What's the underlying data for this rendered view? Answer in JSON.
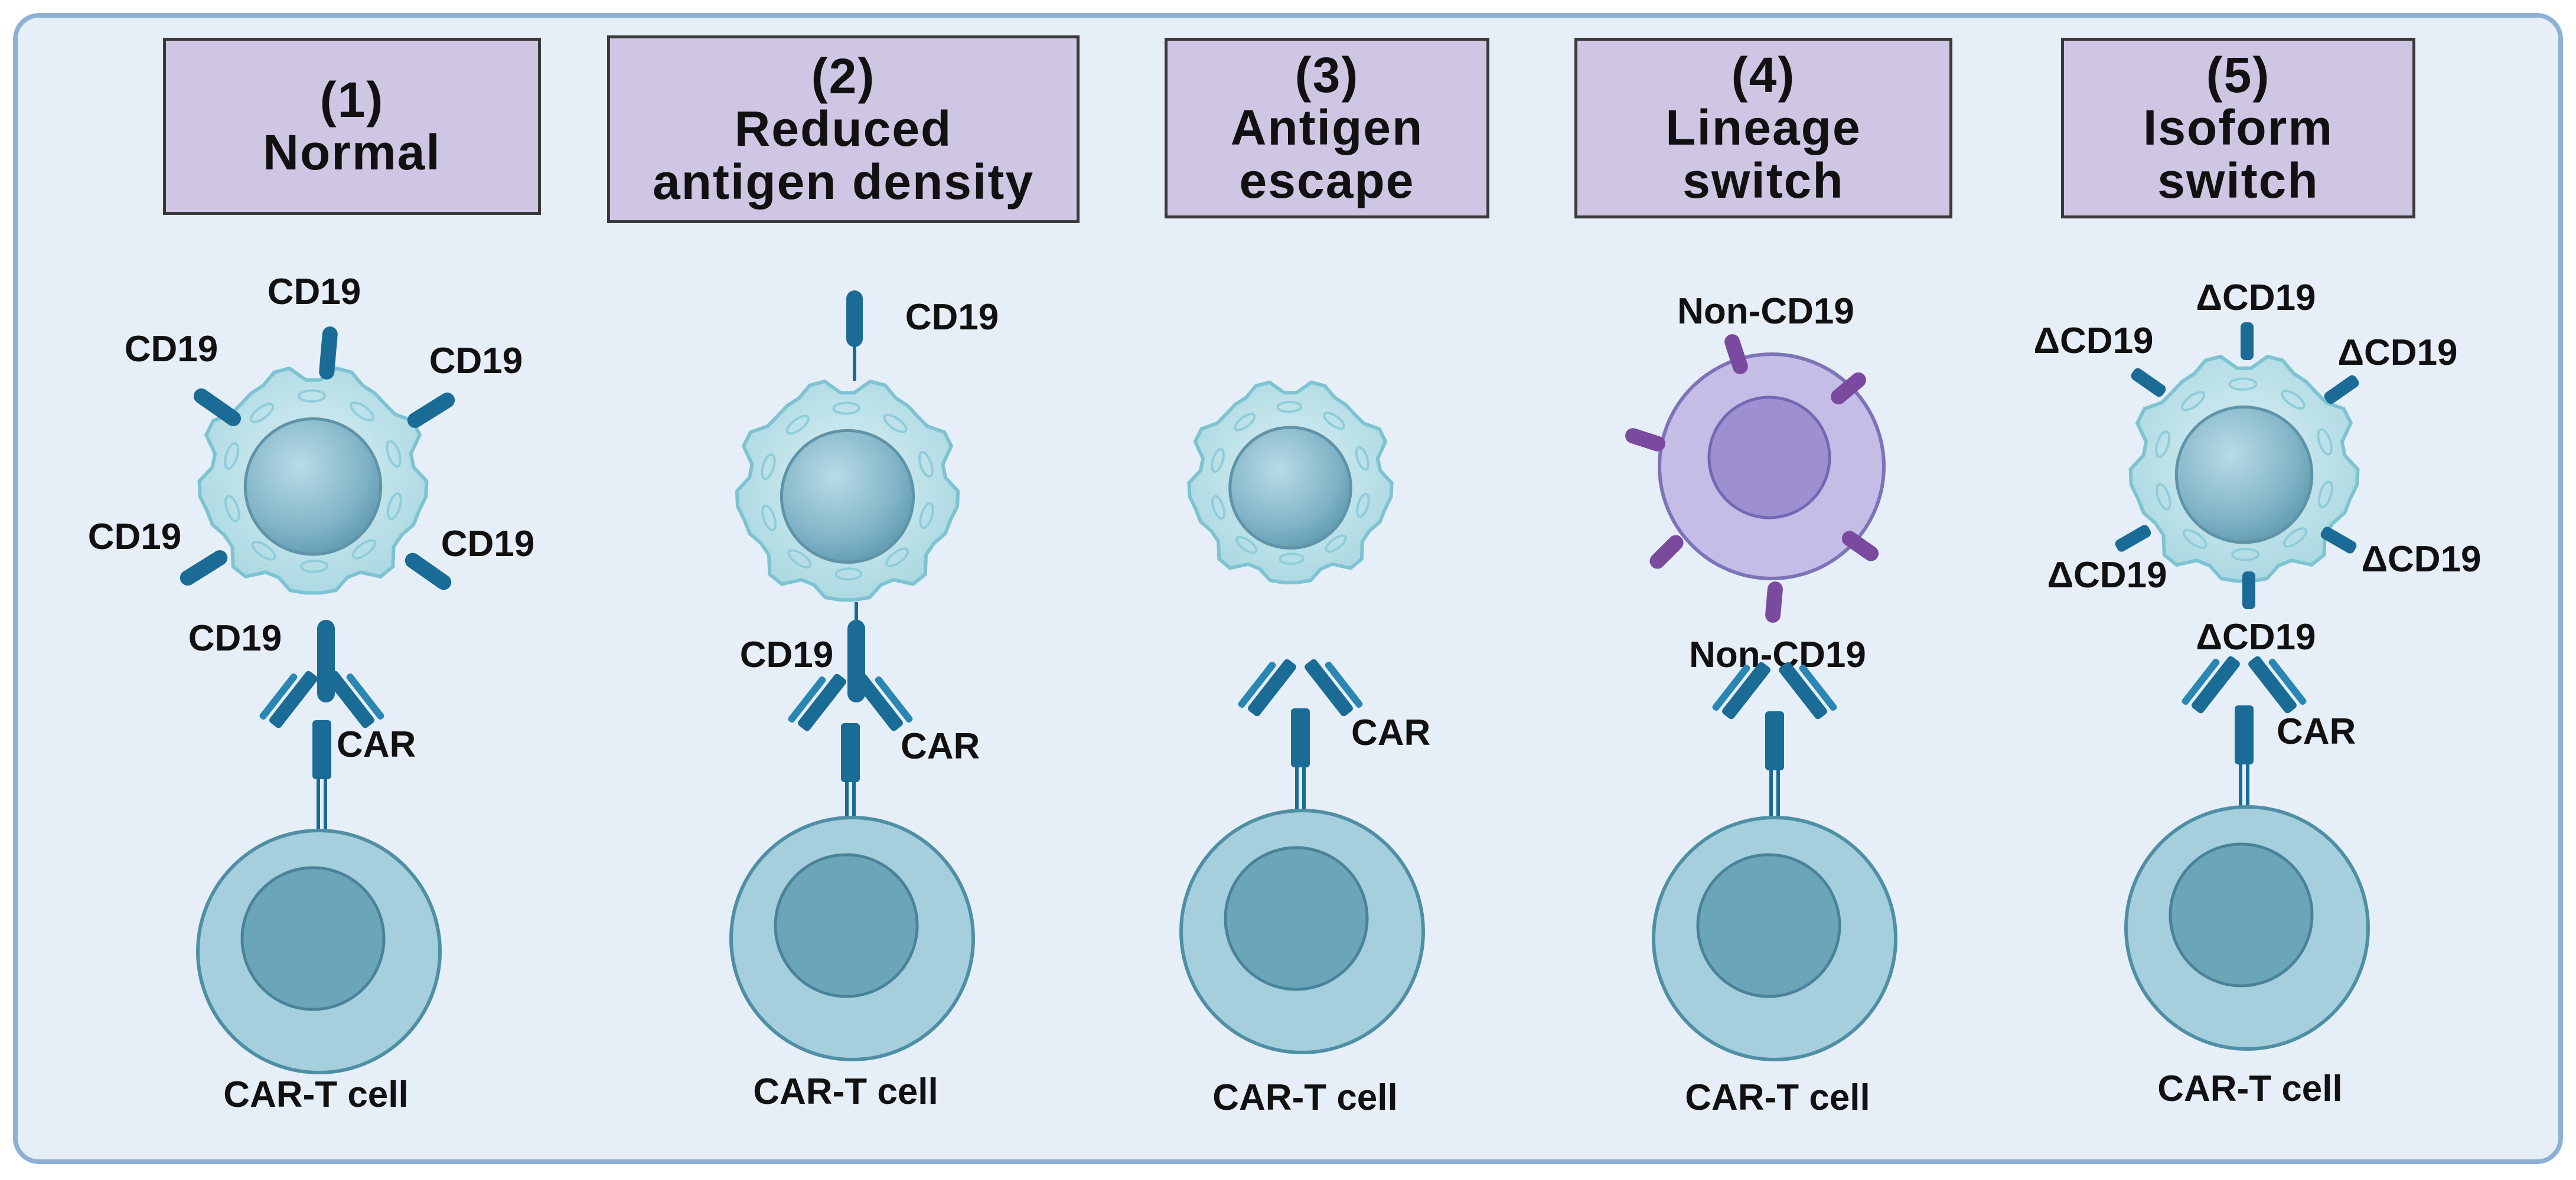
{
  "colors": {
    "background": "#e6eff8",
    "frame": "#8fb0d6",
    "title_box": "#cfc6e4",
    "receptor": "#1a6b96",
    "tumor_cell": "#bfe2ea",
    "tcell_outer": "#a5cfdc",
    "tcell_nucleus": "#6aa6b8",
    "lineage_cell": "#c4bde6",
    "lineage_nucleus": "#9d8fd0",
    "non_cd19_marker": "#7a4a9e"
  },
  "panels": [
    {
      "number": "(1)",
      "title_lines": [
        "Normal"
      ],
      "receptor_label": "CAR",
      "tcell_label": "CAR-T cell",
      "antigen_labels": [
        "CD19",
        "CD19",
        "CD19",
        "CD19",
        "CD19",
        "CD19"
      ]
    },
    {
      "number": "(2)",
      "title_lines": [
        "Reduced",
        "antigen density"
      ],
      "receptor_label": "CAR",
      "tcell_label": "CAR-T cell",
      "antigen_labels": [
        "CD19",
        "CD19"
      ]
    },
    {
      "number": "(3)",
      "title_lines": [
        "Antigen",
        "escape"
      ],
      "receptor_label": "CAR",
      "tcell_label": "CAR-T cell",
      "antigen_labels": []
    },
    {
      "number": "(4)",
      "title_lines": [
        "Lineage",
        "switch"
      ],
      "receptor_label": "",
      "tcell_label": "CAR-T cell",
      "antigen_labels": [
        "Non-CD19",
        "Non-CD19"
      ]
    },
    {
      "number": "(5)",
      "title_lines": [
        "Isoform",
        "switch"
      ],
      "receptor_label": "CAR",
      "tcell_label": "CAR-T cell",
      "antigen_labels": [
        "ΔCD19",
        "ΔCD19",
        "ΔCD19",
        "ΔCD19",
        "ΔCD19",
        "ΔCD19"
      ]
    }
  ]
}
